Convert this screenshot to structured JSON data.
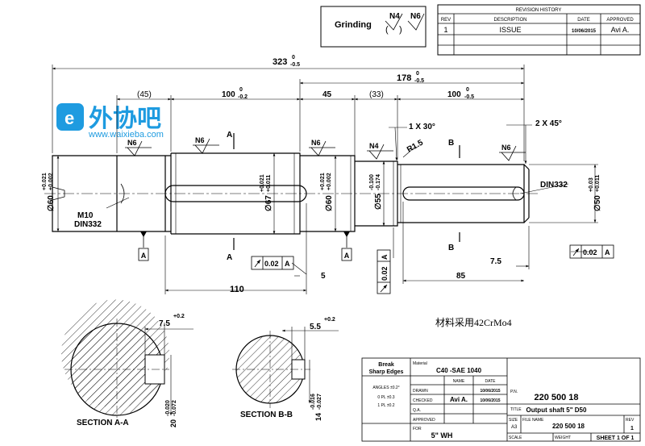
{
  "logo": {
    "brand_cn": "外协吧",
    "brand_url": "www.waixieba.com"
  },
  "grinding_box": {
    "label": "Grinding",
    "symbol_main": "N4",
    "symbol_paren": "N6",
    "paren_open": "(",
    "paren_close": ")"
  },
  "revision_history": {
    "title": "REVISION HISTORY",
    "headers": [
      "REV",
      "DESCRIPTION",
      "DATE",
      "APPROVED"
    ],
    "rows": [
      {
        "rev": "1",
        "description": "ISSUE",
        "date": "10/06/2015",
        "approved": "Avi A."
      }
    ]
  },
  "dimensions": {
    "overall": "323",
    "overall_tol_upper": "0",
    "overall_tol_lower": "-0.5",
    "right_group": "178",
    "right_group_tol_upper": "0",
    "right_group_tol_lower": "-0.5",
    "seg_45_ref": "(45)",
    "seg_100_left": "100",
    "seg_100_left_tol": "-0.2",
    "seg_100_left_tol_upper": "0",
    "seg_45": "45",
    "seg_33_ref": "(33)",
    "seg_100_right": "100",
    "seg_100_right_tol": "-0.5",
    "seg_100_right_tol_upper": "0",
    "chamfer_left": "1 X 30°",
    "chamfer_right": "2 X 45°",
    "fillet": "R1.5",
    "dia_left": "∅60",
    "dia_left_tol_upper": "+0.021",
    "dia_left_tol_lower": "+0.002",
    "dia_67": "∅67",
    "dia_67_tol_upper": "+0.021",
    "dia_67_tol_lower": "+0.011",
    "dia_mid": "∅60",
    "dia_mid_tol_upper": "+0.021",
    "dia_mid_tol_lower": "+0.002",
    "dia_55": "∅55",
    "dia_55_tol_upper": "-0.100",
    "dia_55_tol_lower": "-0.174",
    "dia_50": "∅50",
    "dia_50_tol_upper": "+0.03",
    "dia_50_tol_lower": "+0.011",
    "len_110": "110",
    "len_5": "5",
    "len_7_5": "7.5",
    "len_85": "85",
    "thread": "M10",
    "thread_std": "DIN332",
    "center_std": "DIN332"
  },
  "surface_finish": [
    "N6",
    "N6",
    "N6",
    "N4",
    "N6"
  ],
  "sections": {
    "a_label": "A",
    "b_label": "B",
    "section_a": "SECTION A-A",
    "section_b": "SECTION B-B",
    "a_width": "7.5",
    "a_width_tol": "+0.2",
    "a_depth": "20",
    "a_depth_tol_upper": "-0.020",
    "a_depth_tol_lower": "-0.072",
    "b_width": "5.5",
    "b_width_tol": "+0.2",
    "b_depth": "14",
    "b_depth_tol_upper": "-0.016",
    "b_depth_tol_lower": "-0.027"
  },
  "gdt": {
    "datum": "A",
    "runout_1": "0.02",
    "runout_2": "0.02",
    "runout_3": "0.02"
  },
  "note_material": "材料采用42CrMo4",
  "title_block": {
    "break_edges_1": "Break",
    "break_edges_2": "Sharp Edges",
    "material_label": "Material",
    "material": "C40 -SAE 1040",
    "name_hdr": "NAME",
    "date_hdr": "DATE",
    "drawn": "DRAWN",
    "checked": "CHECKED",
    "qa": "Q.A.",
    "approved": "APPROVED",
    "drawn_date": "10/06/2015",
    "checked_name": "Avi A.",
    "checked_date": "10/06/2015",
    "angles": "ANGLES ±0.2°",
    "tol_0pl": "0 PL ±0.3",
    "tol_1pl": "1 PL ±0.2",
    "for_label": "FOR",
    "for_value": "5\" WH",
    "pn_label": "P.N.",
    "pn_value": "220 500 18",
    "title_label": "TITLE",
    "title_value": "Output shaft 5\" D50",
    "size_label": "SIZE",
    "size_value": "A3",
    "filename_label": "FILE NAME",
    "filename_value": "220 500 18",
    "rev_label": "REV",
    "rev_value": "1",
    "scale_label": "SCALE",
    "weight_label": "WEIGHT",
    "sheet": "SHEET 1 OF 1"
  }
}
